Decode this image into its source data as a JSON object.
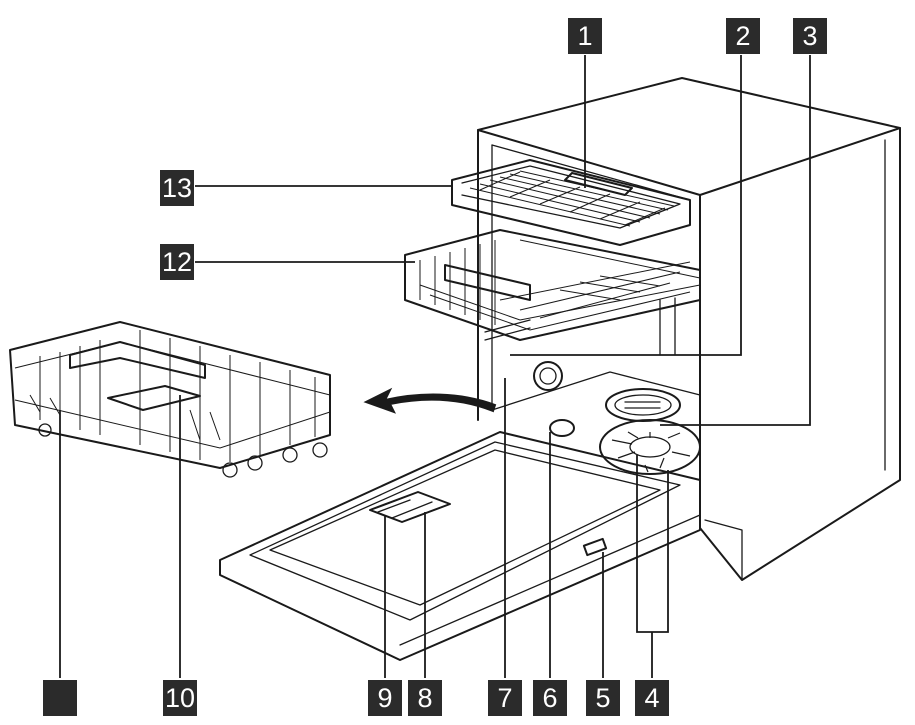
{
  "labels": {
    "l1": "1",
    "l2": "2",
    "l3": "3",
    "l4": "4",
    "l5": "5",
    "l6": "6",
    "l7": "7",
    "l8": "8",
    "l9": "9",
    "l10": "10",
    "l11": "",
    "l12": "12",
    "l13": "13"
  },
  "colors": {
    "line": "#1a1a1a",
    "tag_bg": "#2b2b2b",
    "tag_text": "#ffffff"
  }
}
